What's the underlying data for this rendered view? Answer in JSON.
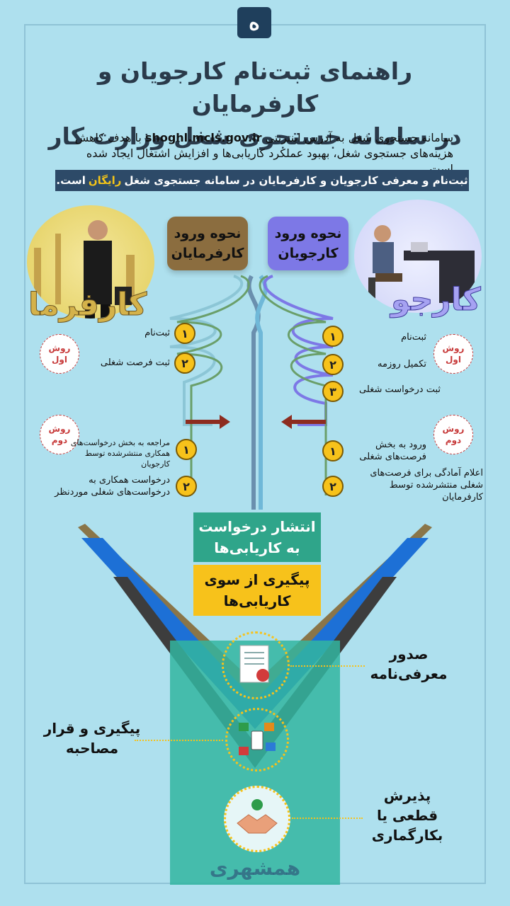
{
  "logo": {
    "glyph": "ه"
  },
  "title": {
    "line1": "راهنمای ثبت‌نام کارجویان و کارفرمایان",
    "line2": "در سامانه جستجوی شغل وزارت کار"
  },
  "intro": {
    "before_url": "سامانه جستجوی شغل به آدرس اینترنتی",
    "url": "shoghl.mcls.gov.ir",
    "after_url": "با هدف کاهش هزینه‌های جستجوی شغل، بهبود عملکرد کاریابی‌ها و افزایش اشتغال ایجاد شده است."
  },
  "banner": {
    "before": "ثبت‌نام و معرفی کارجویان و کارفرمایان در سامانه جستجوی شغل",
    "free": "رایگان",
    "after": "است."
  },
  "jobseeker": {
    "card_line1": "نحوه ورود",
    "card_line2": "کارجویان",
    "role_word": "کارجو",
    "method1_label": "روش اول",
    "method1_steps": [
      {
        "num": "۱",
        "text": "ثبت‌نام"
      },
      {
        "num": "۲",
        "text": "تکمیل روزمه"
      },
      {
        "num": "۳",
        "text": "ثبت درخواست شغلی"
      }
    ],
    "method2_label": "روش دوم",
    "method2_steps": [
      {
        "num": "۱",
        "text": "ورود به بخش فرصت‌های شغلی"
      },
      {
        "num": "۲",
        "text": "اعلام آمادگی برای فرصت‌های شغلی منتشرشده توسط کارفرمایان"
      }
    ]
  },
  "employer": {
    "card_line1": "نحوه ورود",
    "card_line2": "کارفرمایان",
    "role_word": "کارفرما",
    "method1_label": "روش اول",
    "method1_steps": [
      {
        "num": "۱",
        "text": "ثبت‌نام"
      },
      {
        "num": "۲",
        "text": "ثبت فرصت شغلی"
      }
    ],
    "method2_label": "روش دوم",
    "method2_steps": [
      {
        "num": "۱",
        "text": "مراجعه به بخش درخواست‌های همکاری منتشرشده توسط کارجویان"
      },
      {
        "num": "۲",
        "text": "درخواست همکاری به درخواست‌های شغلی موردنظر"
      }
    ]
  },
  "funnel": {
    "publish": "انتشار درخواست به کاریابی‌ها",
    "followup": "پیگیری از سوی کاریابی‌ها",
    "stage1": "صدور معرفی‌نامه",
    "stage2": "پیگیری و قرار مصاحبه",
    "stage3": "پذیرش قطعی یا بکارگماری"
  },
  "watermark": "همشهری",
  "colors": {
    "background": "#aee0ee",
    "accent_yellow": "#f7c21b",
    "jobseeker_purple": "#7d78e6",
    "employer_brown": "#8b6d3f",
    "teal": "#2fa58a",
    "navy": "#2d4a68"
  }
}
